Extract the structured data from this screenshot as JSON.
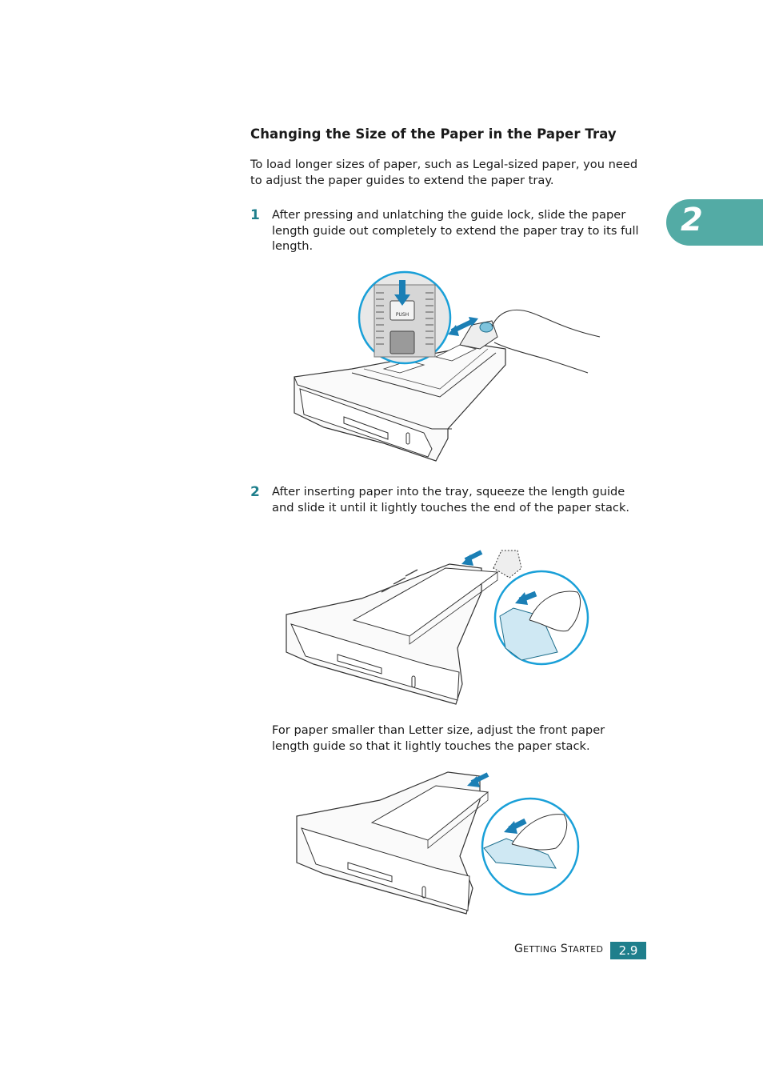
{
  "section": {
    "heading": "Changing the Size of the Paper in the Paper Tray",
    "intro": "To load longer sizes of paper, such as Legal-sized paper, you need to adjust the paper guides to extend the paper tray."
  },
  "steps": [
    {
      "number": "1",
      "text": "After pressing and unlatching the guide lock, slide the paper length guide out completely to extend the paper tray to its full length."
    },
    {
      "number": "2",
      "text": "After inserting paper into the tray, squeeze the length guide and slide it until it lightly touches the end of the paper stack."
    }
  ],
  "note": "For paper smaller than Letter size, adjust the front paper length guide so that it lightly touches the paper stack.",
  "figures": {
    "push_label": "PUSH"
  },
  "chapter_tab": {
    "number": "2",
    "color": "#53aba5"
  },
  "footer": {
    "label_first_big": "G",
    "label_first_small": "ETTING",
    "label_second_big": "S",
    "label_second_small": "TARTED",
    "page_number": "2.9",
    "accent_color": "#1f7f8c"
  }
}
